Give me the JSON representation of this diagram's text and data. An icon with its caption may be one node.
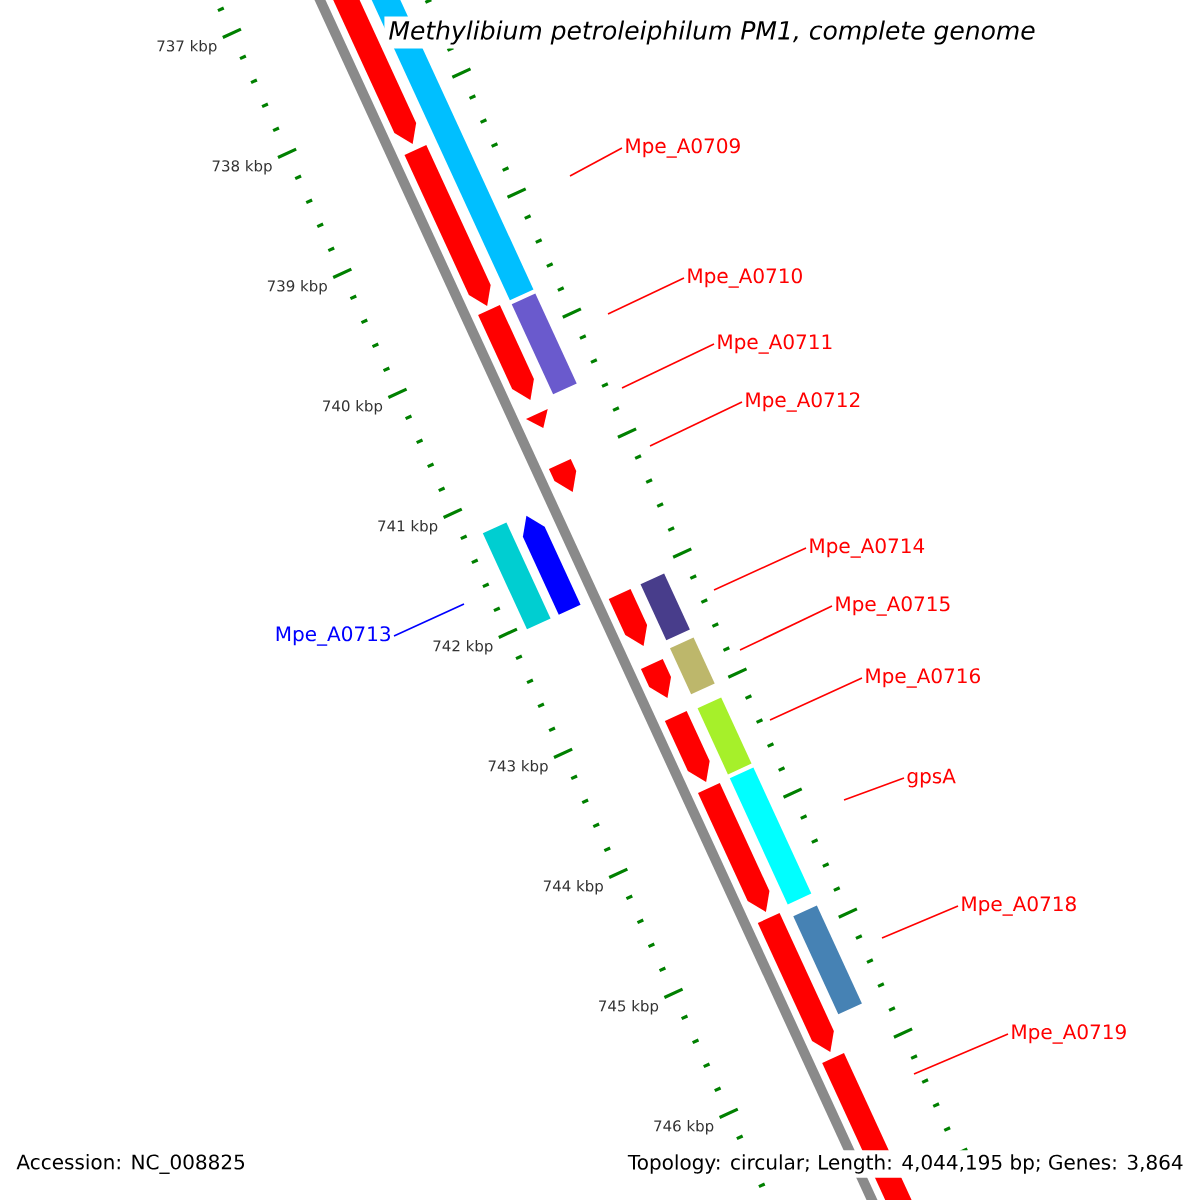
{
  "diagram": {
    "title": "Methylibium petroleiphilum PM1, complete genome",
    "nodes": [
      {
        "text": [
          "Mpe_A0709"
        ]
      },
      {
        "text": [
          "Mpe_A0710"
        ]
      },
      {
        "text": [
          "Mpe_A0711"
        ]
      },
      {
        "text": [
          "Mpe_A0712"
        ]
      },
      {
        "text": [
          "Mpe_A0714"
        ]
      },
      {
        "text": [
          "Mpe_A0715"
        ]
      },
      {
        "text": [
          "Mpe_A0713"
        ]
      },
      {
        "text": [
          "Mpe_A0716"
        ]
      },
      {
        "text": [
          "gpsA"
        ]
      },
      {
        "text": [
          "Mpe_A0718"
        ]
      },
      {
        "text": [
          "Mpe_A0719"
        ]
      }
    ],
    "edges": [
      {
        "from": 0,
        "to": null,
        "arrow": "none"
      },
      {
        "from": 1,
        "to": null,
        "arrow": "none"
      },
      {
        "from": 2,
        "to": null,
        "arrow": "none"
      },
      {
        "from": 3,
        "to": null,
        "arrow": "none"
      },
      {
        "from": 4,
        "to": null,
        "arrow": "none"
      },
      {
        "from": 5,
        "to": null,
        "arrow": "none"
      },
      {
        "from": 6,
        "to": null,
        "arrow": "none",
        "color": "#0000ff"
      },
      {
        "from": 7,
        "to": null,
        "arrow": "none"
      },
      {
        "from": 8,
        "to": null,
        "arrow": "none"
      },
      {
        "from": 9,
        "to": null,
        "arrow": "none"
      },
      {
        "from": 10,
        "to": null,
        "arrow": "none"
      }
    ],
    "labels": [
      "737 kbp",
      "738 kbp",
      "739 kbp",
      "740 kbp",
      "741 kbp",
      "742 kbp",
      "743 kbp",
      "744 kbp",
      "745 kbp",
      "746 kbp",
      "Accession: NC_008825",
      "Topology: circular; Length: 4,044,195 bp; Genes: 3,864"
    ]
  }
}
